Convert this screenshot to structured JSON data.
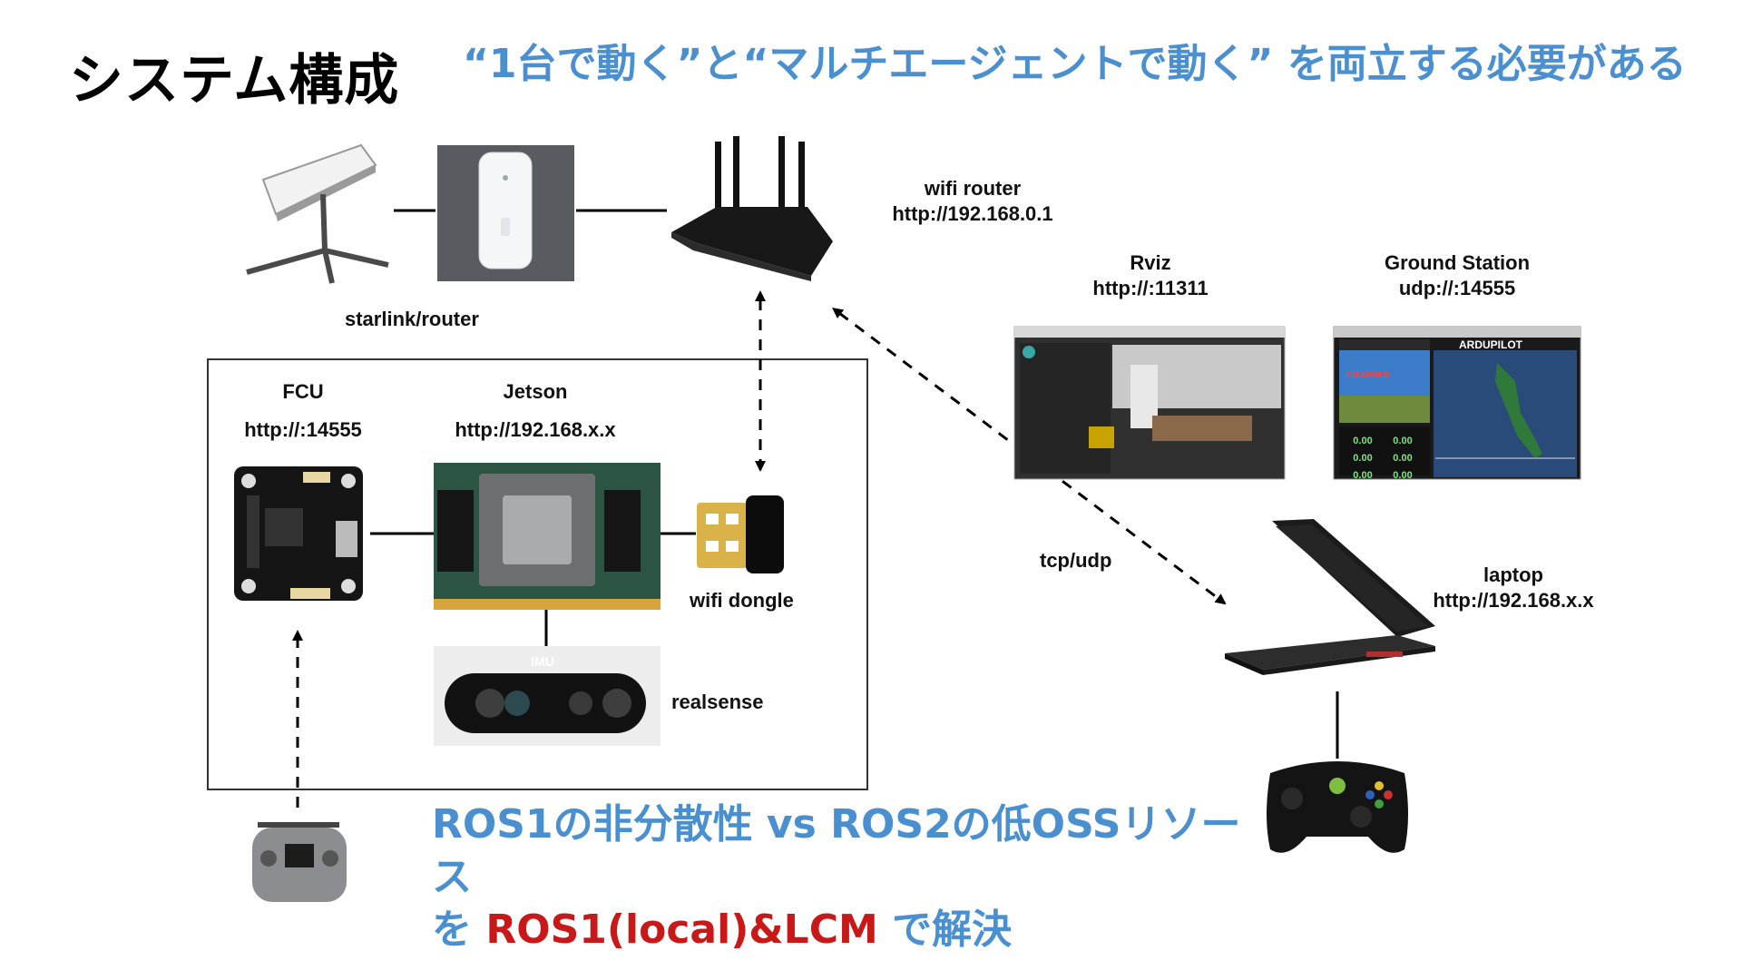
{
  "header": {
    "title": "システム構成",
    "subtitle": "“1台で動く”と“マルチエージェントで動く” を両立する必要がある"
  },
  "nodes": {
    "starlink": {
      "label": "starlink/router"
    },
    "wifi_router": {
      "name": "wifi router",
      "address": "http://192.168.0.1"
    },
    "fcu": {
      "name": "FCU",
      "address": "http://:14555"
    },
    "jetson": {
      "name": "Jetson",
      "address": "http://192.168.x.x"
    },
    "wifi_dongle": {
      "label": "wifi dongle"
    },
    "imu": {
      "label": "IMU"
    },
    "realsense": {
      "label": "realsense"
    },
    "rviz": {
      "name": "Rviz",
      "address": "http://:11311"
    },
    "ground_station": {
      "name": "Ground Station",
      "address": "udp://:14555"
    },
    "laptop": {
      "name": "laptop",
      "address": "http://192.168.x.x"
    },
    "link_label": "tcp/udp"
  },
  "screens": {
    "gcs_status": "DISARMED",
    "gcs_brand": "ARDUPILOT",
    "gcs_readouts": [
      "0.00",
      "0.00",
      "0.00",
      "0.00",
      "0.00",
      "0.00"
    ]
  },
  "footer": {
    "line1": "ROS1の非分散性 vs ROS2の低OSSリソース",
    "line2_prefix": "を ",
    "line2_highlight": "ROS1(local)&LCM",
    "line2_suffix": " で解決"
  },
  "colors": {
    "accent_blue": "#4a8fcf",
    "highlight_red": "#c81818"
  }
}
